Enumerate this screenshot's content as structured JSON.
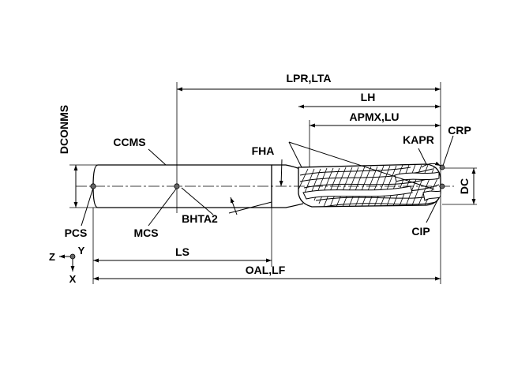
{
  "labels": {
    "lpr_lta": "LPR,LTA",
    "lh": "LH",
    "apmx_lu": "APMX,LU",
    "dconms": "DCONMS",
    "ccms": "CCMS",
    "fha": "FHA",
    "kapr": "KAPR",
    "crp": "CRP",
    "dc": "DC",
    "pcs": "PCS",
    "mcs": "MCS",
    "bhta2": "BHTA2",
    "cip": "CIP",
    "ls": "LS",
    "oal_lf": "OAL,LF"
  },
  "axes": {
    "z": "Z",
    "y": "Y",
    "x": "X"
  },
  "colors": {
    "line": "#000000",
    "shank_fill": "#ffffff",
    "flute_hatch": "#000000",
    "point_dot": "#666666",
    "background": "#ffffff"
  }
}
